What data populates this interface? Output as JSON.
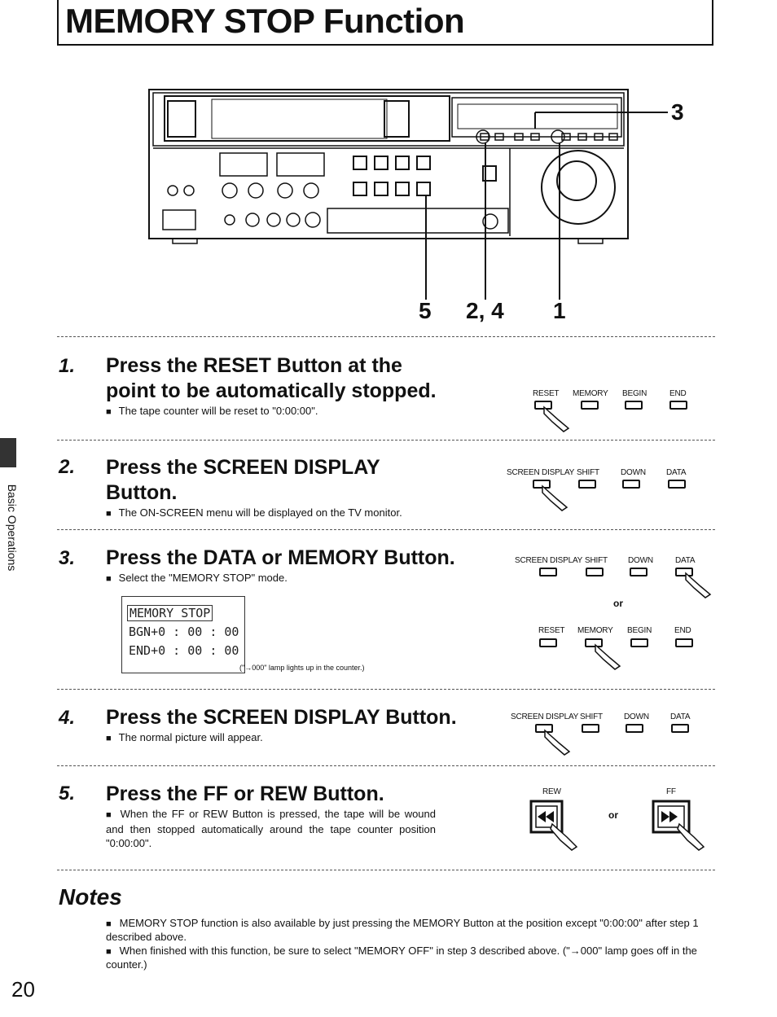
{
  "title": "MEMORY STOP Function",
  "sidebar": {
    "label": "Basic Operations"
  },
  "diagram": {
    "callouts": {
      "c3": "3",
      "c5": "5",
      "c24": "2, 4",
      "c1": "1"
    }
  },
  "steps": [
    {
      "num": "1.",
      "heading_line1": "Press the RESET Button at the",
      "heading_line2": "point to be automatically stopped.",
      "bullet": "The tape counter will be reset to \"0:00:00\".",
      "buttons": [
        "RESET",
        "MEMORY",
        "BEGIN",
        "END"
      ]
    },
    {
      "num": "2.",
      "heading_line1": "Press the SCREEN DISPLAY",
      "heading_line2": "Button.",
      "bullet": "The ON-SCREEN menu will be displayed on the TV monitor.",
      "buttons": [
        "SCREEN DISPLAY",
        "SHIFT",
        "DOWN",
        "DATA"
      ]
    },
    {
      "num": "3.",
      "heading_line1": "Press the DATA or MEMORY Button.",
      "bullet": "Select the \"MEMORY STOP\" mode.",
      "buttons_a": [
        "SCREEN DISPLAY",
        "SHIFT",
        "DOWN",
        "DATA"
      ],
      "or": "or",
      "buttons_b": [
        "RESET",
        "MEMORY",
        "BEGIN",
        "END"
      ],
      "osd": {
        "line1": "MEMORY STOP",
        "line2": "BGN+0 : 00 : 00",
        "line3": "END+0 : 00 : 00"
      },
      "osd_note": "(\"→000\" lamp lights up in the counter.)"
    },
    {
      "num": "4.",
      "heading_line1": "Press the SCREEN DISPLAY Button.",
      "bullet": "The normal picture will appear.",
      "buttons": [
        "SCREEN DISPLAY",
        "SHIFT",
        "DOWN",
        "DATA"
      ]
    },
    {
      "num": "5.",
      "heading_line1": "Press the FF or REW Button.",
      "bullet": "When the FF or REW Button is pressed, the tape will be wound and then stopped automatically around the tape counter position \"0:00:00\".",
      "rew_label": "REW",
      "ff_label": "FF",
      "or": "or"
    }
  ],
  "notes": {
    "heading": "Notes",
    "items": [
      "MEMORY STOP function is also available by just pressing the MEMORY Button at the position except \"0:00:00\" after step 1 described above.",
      "When finished with this function, be sure to select \"MEMORY OFF\" in step 3 described above. (\"→000\" lamp goes off in the counter.)"
    ]
  },
  "page_number": "20"
}
